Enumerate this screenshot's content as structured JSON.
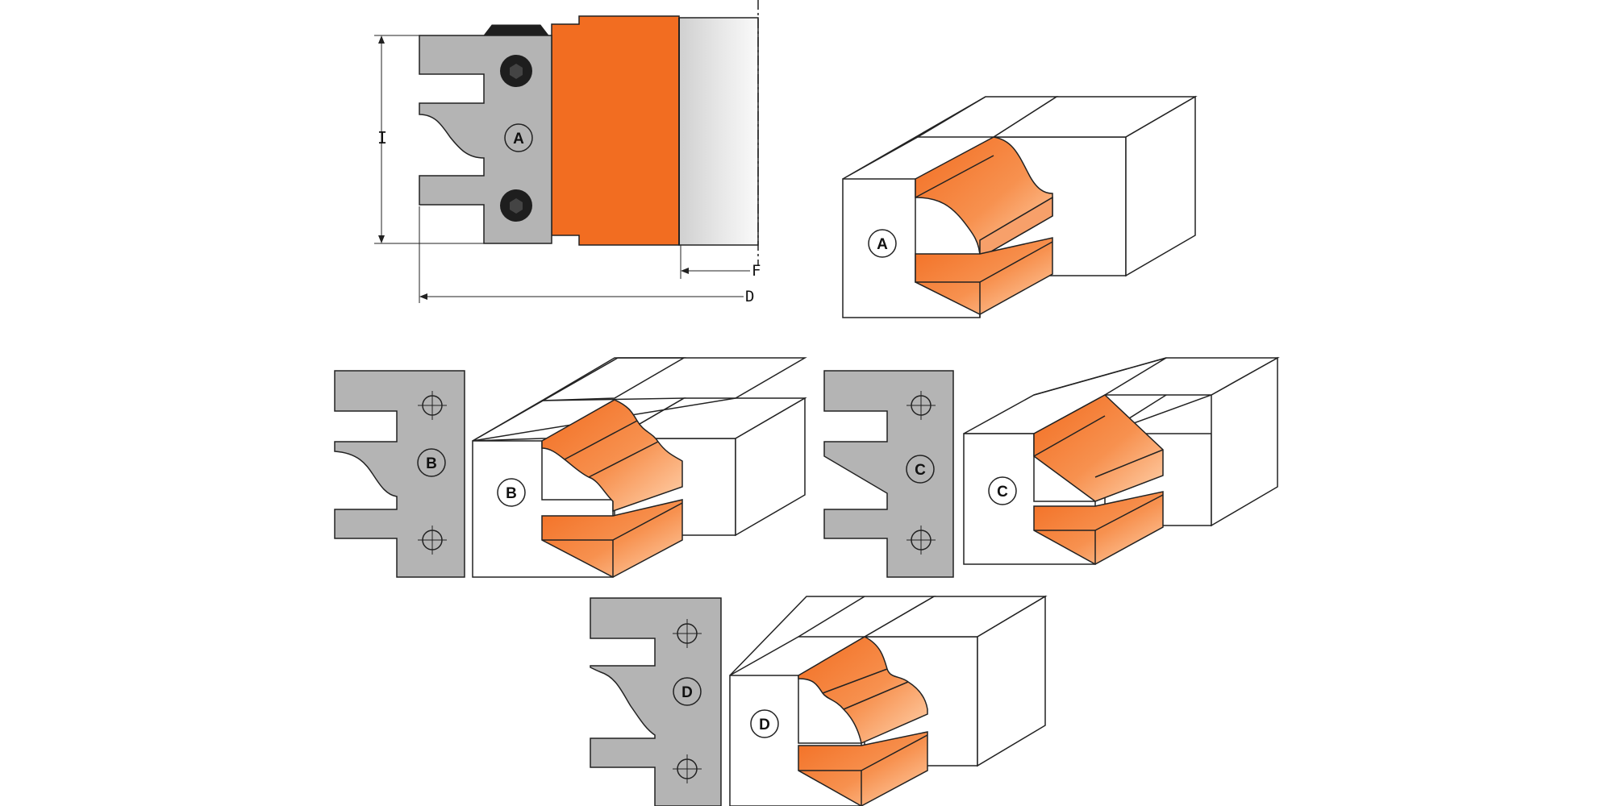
{
  "colors": {
    "orange": "#f26d21",
    "orange_dark": "#e05a12",
    "orange_light": "#ffd2ad",
    "steel": "#b4b4b4",
    "outline": "#222222",
    "screw": "#1e1e1e",
    "shaft_light": "#f5f5f5",
    "shaft_dark": "#cfcfcf",
    "background": "#ffffff"
  },
  "cutter": {
    "dimension_labels": {
      "height": "I",
      "projection": "F",
      "diameter": "D"
    },
    "knife_label": "A"
  },
  "profiles": [
    {
      "label": "A",
      "description_icon": "profile-knife-a"
    },
    {
      "label": "B",
      "description_icon": "profile-knife-b"
    },
    {
      "label": "C",
      "description_icon": "profile-knife-c"
    },
    {
      "label": "D",
      "description_icon": "profile-knife-d"
    }
  ],
  "workpieces": [
    {
      "label": "A"
    },
    {
      "label": "B"
    },
    {
      "label": "C"
    },
    {
      "label": "D"
    }
  ]
}
